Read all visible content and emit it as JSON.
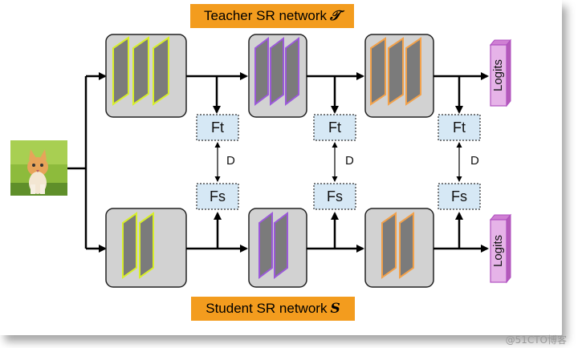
{
  "teacher": {
    "label": "Teacher SR network",
    "symbol": "𝒯"
  },
  "student": {
    "label": "Student SR network",
    "symbol": "S"
  },
  "feature_labels": {
    "teacher": "Ft",
    "student": "Fs"
  },
  "distance_label": "D",
  "logits_label": "Logits",
  "watermark": "@51CTO博客",
  "colors": {
    "banner": "#f39c1e",
    "block_bg": "#d2d2d2",
    "plate": "#7b7b7b",
    "edge_yellow": "#d8ef2a",
    "edge_purple": "#9b59d9",
    "edge_orange": "#f2a14a",
    "feature_box": "#d6e8f5",
    "logits": "#e6b3e8"
  }
}
